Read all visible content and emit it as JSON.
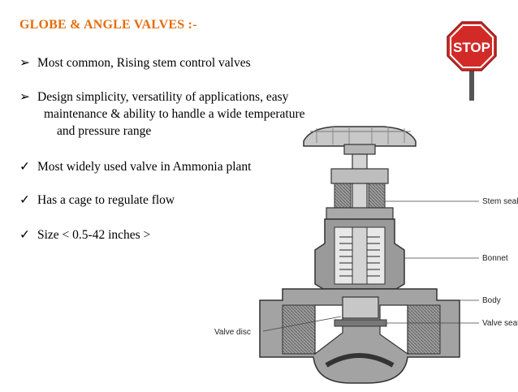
{
  "slide": {
    "title": "GLOBE & ANGLE VALVES :-",
    "title_color": "#e46c0a",
    "arrow_bullets": [
      {
        "text": "Most common, Rising stem control valves"
      },
      {
        "lines": [
          "Design simplicity, versatility of applications, easy",
          "maintenance & ability to handle a wide temperature",
          "and pressure range"
        ]
      }
    ],
    "check_bullets": [
      "Most widely used valve in  Ammonia plant",
      "Has a cage to regulate flow",
      "Size < 0.5-42 inches >"
    ],
    "arrow_glyph": "➢",
    "check_glyph": "✓"
  },
  "stop_sign": {
    "text": "STOP",
    "color": "#d22b27"
  },
  "diagram": {
    "labels": {
      "stem_seal": "Stem seal",
      "bonnet": "Bonnet",
      "body": "Body",
      "valve_seat": "Valve seat",
      "valve_disc": "Valve disc"
    }
  }
}
